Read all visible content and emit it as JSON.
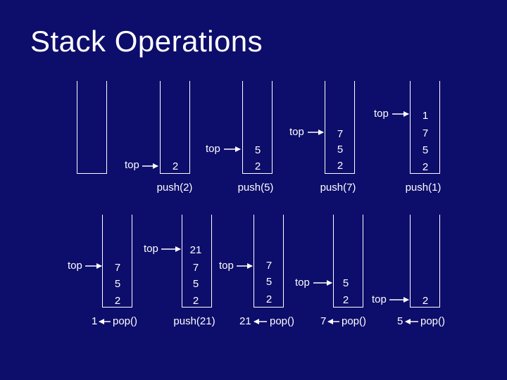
{
  "title": "Stack Operations",
  "top_label": "top",
  "row1": {
    "ops": [
      "push(2)",
      "push(5)",
      "push(7)",
      "push(1)"
    ],
    "stacks": [
      [],
      [
        "2"
      ],
      [
        "5",
        "2"
      ],
      [
        "7",
        "5",
        "2"
      ],
      [
        "1",
        "7",
        "5",
        "2"
      ]
    ]
  },
  "row2": {
    "ops": [
      "pop()",
      "push(21)",
      "pop()",
      "pop()",
      "pop()"
    ],
    "returned": [
      "1",
      "21",
      "7",
      "5"
    ],
    "stacks": [
      [
        "7",
        "5",
        "2"
      ],
      [
        "21",
        "7",
        "5",
        "2"
      ],
      [
        "7",
        "5",
        "2"
      ],
      [
        "5",
        "2"
      ],
      [
        "2"
      ]
    ]
  }
}
